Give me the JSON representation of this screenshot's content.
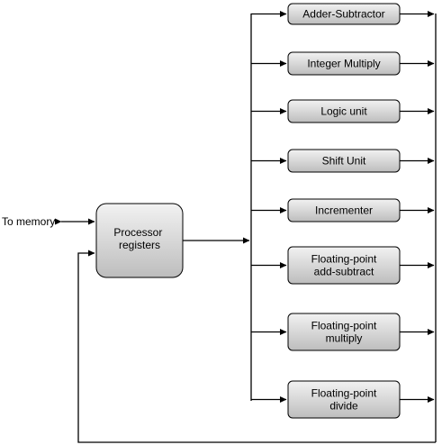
{
  "external_label": "To memory",
  "processor": {
    "lines": [
      "Processor",
      "registers"
    ]
  },
  "units": [
    {
      "id": "adder-subtractor",
      "lines": [
        "Adder-Subtractor"
      ]
    },
    {
      "id": "integer-multiply",
      "lines": [
        "Integer Multiply"
      ]
    },
    {
      "id": "logic-unit",
      "lines": [
        "Logic unit"
      ]
    },
    {
      "id": "shift-unit",
      "lines": [
        "Shift Unit"
      ]
    },
    {
      "id": "incrementer",
      "lines": [
        "Incrementer"
      ]
    },
    {
      "id": "fp-add-subtract",
      "lines": [
        "Floating-point",
        "add-subtract"
      ]
    },
    {
      "id": "fp-multiply",
      "lines": [
        "Floating-point",
        "multiply"
      ]
    },
    {
      "id": "fp-divide",
      "lines": [
        "Floating-point",
        "divide"
      ]
    }
  ],
  "colors": {
    "box_fill_top": "#f2f2f2",
    "box_fill_bottom": "#bdbdbd",
    "stroke": "#000000"
  }
}
